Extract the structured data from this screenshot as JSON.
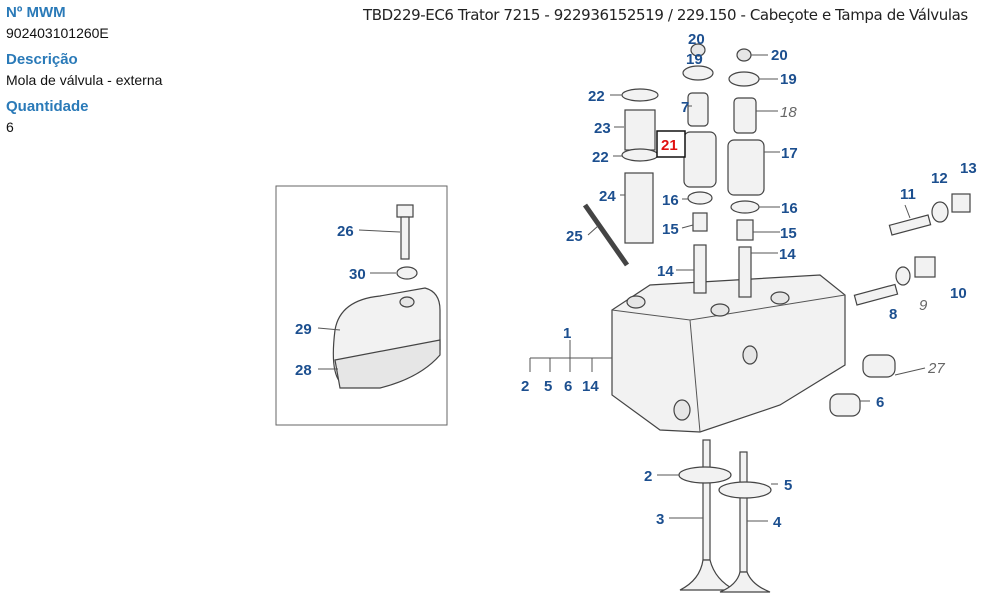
{
  "info": {
    "mwm_label": "Nº MWM",
    "mwm_value": "902403101260E",
    "desc_label": "Descrição",
    "desc_value": "Mola de válvula - externa",
    "qty_label": "Quantidade",
    "qty_value": "6"
  },
  "title": "TBD229-EC6 Trator 7215 - 922936152519  /  229.150 - Cabeçote e Tampa de Válvulas",
  "callouts": {
    "c20a": "20",
    "c20b": "20",
    "c19a": "19",
    "c19b": "19",
    "c22a": "22",
    "c7": "7",
    "c18": "18",
    "c23": "23",
    "c21": "21",
    "c22b": "22",
    "c17": "17",
    "c24": "24",
    "c16a": "16",
    "c16b": "16",
    "c11": "11",
    "c12": "12",
    "c13": "13",
    "c26": "26",
    "c25": "25",
    "c15a": "15",
    "c15b": "15",
    "c14a": "14",
    "c14b": "14",
    "c30": "30",
    "c10": "10",
    "c9": "9",
    "c8": "8",
    "c29": "29",
    "c1": "1",
    "c28": "28",
    "c27": "27",
    "c2a": "2",
    "c5a": "5",
    "c6a": "6",
    "c14c": "14",
    "c6b": "6",
    "c2b": "2",
    "c5b": "5",
    "c3": "3",
    "c4": "4"
  },
  "colors": {
    "label_blue": "#2a7ab8",
    "callout_blue": "#1c4f8f",
    "selected_red": "#e01010"
  }
}
